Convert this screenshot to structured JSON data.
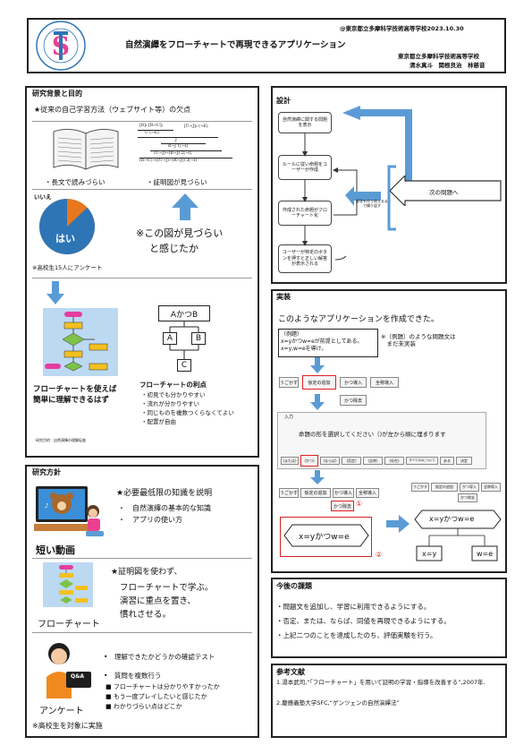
{
  "header": {
    "org_date": "@東京都立多摩科学技術高等学校2023.10.30",
    "title": "自然演繹をフローチャートで再現できるアプリケーション",
    "school": "東京都立多摩科学技術高等学校",
    "authors": "清水真斗　関根良治　林慈音",
    "logo_text": "Tama Science and Technology High School"
  },
  "background": {
    "heading": "研究背景と目的",
    "subheading": "★従来の自己学習方法（ウェブサイト等）の欠点",
    "caption_book": "・長文で読みづらい",
    "caption_proof": "・証明図が見づらい",
    "pie_label_no": "いいえ",
    "pie_label_yes": "はい",
    "pie_yes_fraction": 0.87,
    "survey_note": "※高校生15人にアンケート",
    "quote_line1": "※この図が見づらい",
    "quote_line2": "と感じたか",
    "flow_claim_line1": "フローチャートを使えば",
    "flow_claim_line2": "簡単に理解できるはず",
    "flow_source": "研究目的：自然演繹の理解促進",
    "tree_root": "AかつB",
    "tree_left": "A",
    "tree_right": "B",
    "tree_bottom": "C",
    "merits_title": "フローチャートの利点",
    "merits": [
      "・初見でも分かりやすい",
      "・流れが分かりやすい",
      "・同じものを複数つくらなくてよい",
      "・配置が自由"
    ],
    "proof_lines": [
      "[R]₁   [R→U]₂",
      "U            (→E)",
      "J",
      "R→J  1(→I)",
      "(U→J)→(R→J)  2(→I)",
      "(R→U)→((U→J)→(R→J))  3(→I)"
    ]
  },
  "method": {
    "heading": "研究方針",
    "video_title": "★必要最低限の知識を説明",
    "video_points": [
      "自然演繹の基本的な知識",
      "アプリの使い方"
    ],
    "video_label": "短い動画",
    "flow_title": "★証明図を使わず、",
    "flow_lines": [
      "フローチャートで学ぶ。",
      "演習に重点を置き、",
      "慣れさせる。"
    ],
    "flow_label": "フローチャート",
    "survey_points": [
      "理解できたかどうかの確認テスト",
      "質問を複数行う"
    ],
    "survey_sub": [
      "フローチャートは分かりやすかったか",
      "もう一度プレイしたいと感じたか",
      "わかりづらい点はどこか"
    ],
    "survey_label": "アンケート",
    "qa_label": "Q&A",
    "target_note": "※高校生を対象に実施"
  },
  "design": {
    "heading": "設計",
    "steps": [
      "自然演繹に関する問題を表示",
      "ルールに従い命題をユーザーが作成",
      "作成された命題がフローチャート化",
      "ユーザーが特定のボタンを押すと正しい解答が表示される"
    ],
    "loop_note": "解答を作り終えるまで繰り返す",
    "next_label": "次の問題へ"
  },
  "impl": {
    "heading": "実装",
    "intro": "このようなアプリケーションを作成できた。",
    "example_text": "（例題）\nx=yかつw=eが前提としてある。\nx=y,w=eを導け。",
    "example_note": "※（例題）のような問題文は\n　まだ未実装",
    "buttons1": [
      "うごかす",
      "仮定の追加",
      "かつ導入",
      "全称導入",
      "かつ除去"
    ],
    "dialog_title": "命題の形を選択してください（)が左から順に埋まります",
    "dialog_titlebar": "入力",
    "dialog_buttons": [
      "(または)",
      "(かつ)",
      "(ならば)",
      "(否定)",
      "(全称)",
      "(存在)",
      "すべてのxについて",
      "ある",
      "決定"
    ],
    "buttons2": [
      "うごかす",
      "仮定の追加",
      "かつ導入",
      "全称導入",
      "かつ除去"
    ],
    "buttons3": [
      "うごかす",
      "仮定の追加",
      "かつ導入",
      "全称導入",
      "かつ除去"
    ],
    "result_prop": "x=yかつw=e",
    "result_left": "x=y",
    "result_right": "w=e",
    "mark1": "①",
    "mark2": "②"
  },
  "future": {
    "heading": "今後の課題",
    "items": [
      "・問題文を追加し、学習に利用できるようにする。",
      "・否定、または、ならば、同値を再現できるようにする。",
      "・上記二つのことを達成したのち、評価実験を行う。"
    ]
  },
  "refs": {
    "heading": "参考文献",
    "items": [
      "1.湯本武司,“「フローチャート」を用いて証明の学習・指導を改善する”,2007年.",
      "2.慶應義塾大学SFC,“ゲンツェンの自然演繹法”"
    ]
  },
  "colors": {
    "accent": "#4a90d9",
    "pie_no": "#e8771e",
    "pie_yes": "#2e75b6",
    "red": "#d22222"
  }
}
